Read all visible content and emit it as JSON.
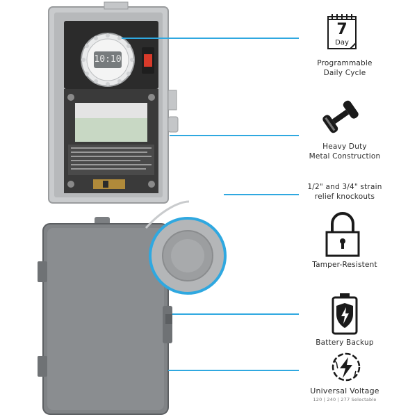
{
  "features": [
    {
      "icon": "calendar-7-day-icon",
      "calendar_number": "7",
      "calendar_word": "Day",
      "line1": "Programmable",
      "line2": "Daily Cycle"
    },
    {
      "icon": "dumbbell-icon",
      "line1": "Heavy Duty",
      "line2": "Metal Construction"
    },
    {
      "icon": "",
      "line1": "1/2\" and 3/4\" strain",
      "line2": "relief knockouts"
    },
    {
      "icon": "padlock-icon",
      "line1": "Tamper-Resistent",
      "line2": ""
    },
    {
      "icon": "battery-shield-icon",
      "line1": "Battery Backup",
      "line2": ""
    },
    {
      "icon": "lightning-globe-icon",
      "line1": "Universal Voltage",
      "line2": "120 | 240 | 277 Selectable"
    }
  ],
  "timer_display": "10:10",
  "colors": {
    "accent": "#2fa8e0",
    "enclosure": "#8a8d90",
    "panel": "#2b2b2b",
    "switch_red": "#d83a2a",
    "text": "#2a2a2a"
  }
}
